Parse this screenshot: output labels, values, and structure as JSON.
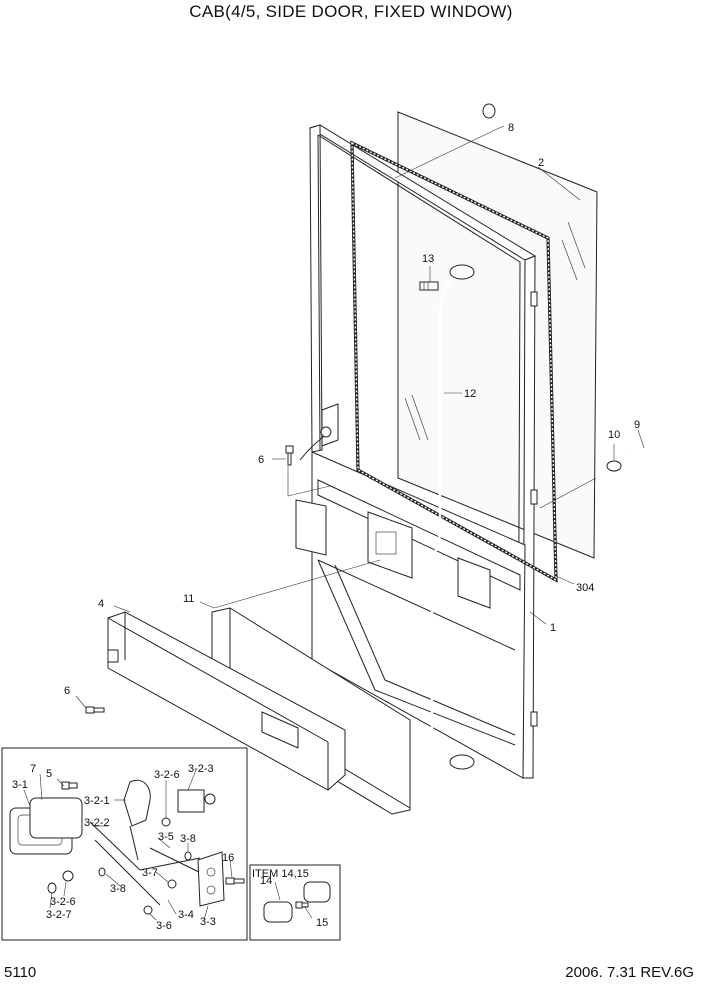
{
  "title": "CAB(4/5, SIDE DOOR, FIXED WINDOW)",
  "page_number": "5110",
  "revision": "2006. 7.31  REV.6G",
  "detail_box_label": "ITEM 14,15",
  "labels": {
    "p8": "8",
    "p2": "2",
    "p13": "13",
    "p12": "12",
    "p10": "10",
    "p9": "9",
    "p6a": "6",
    "p304": "304",
    "p1": "1",
    "p4": "4",
    "p11": "11",
    "p6b": "6",
    "p7": "7",
    "p5": "5",
    "p31": "3-1",
    "p321": "3-2-1",
    "p326a": "3-2-6",
    "p323": "3-2-3",
    "p322": "3-2-2",
    "p35": "3-5",
    "p38a": "3-8",
    "p16": "16",
    "p37": "3-7",
    "p38b": "3-8",
    "p326b": "3-2-6",
    "p327": "3-2-7",
    "p34": "3-4",
    "p36": "3-6",
    "p33": "3-3",
    "p14": "14",
    "p15": "15"
  }
}
